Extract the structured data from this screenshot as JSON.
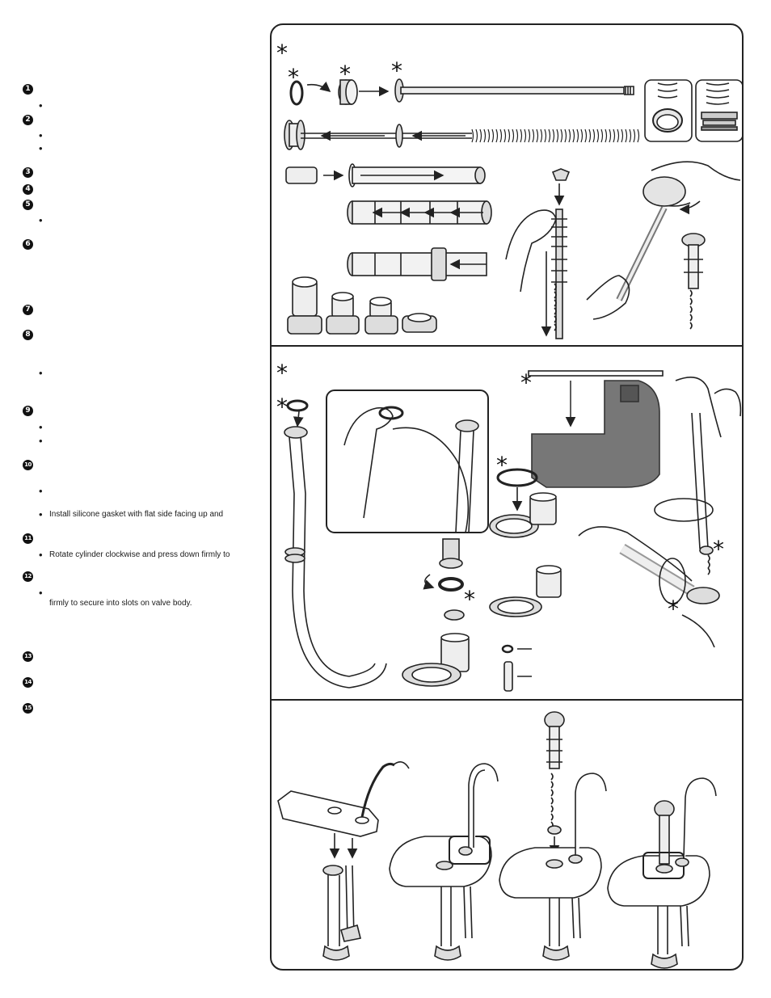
{
  "instructions": {
    "step_10_bullet_2": "Install silicone gasket with flat side facing up and",
    "step_11_bullet_1": "Rotate cylinder clockwise and press down firmly to",
    "step_12_bullet_1_cont": "firmly to secure into slots on valve body."
  },
  "markers": {
    "numbers": [
      "1",
      "2",
      "3",
      "4",
      "5",
      "6",
      "7",
      "8",
      "9",
      "10",
      "11",
      "12",
      "13",
      "14",
      "15"
    ],
    "bullet": "•",
    "asterisk": "*"
  },
  "icons": [
    "asterisk-icon",
    "arrow-icon",
    "rotation-arrow-icon"
  ],
  "colors": {
    "line": "#222222",
    "part_fill": "#dddddd",
    "valve_body": "#777777",
    "background": "#ffffff"
  }
}
